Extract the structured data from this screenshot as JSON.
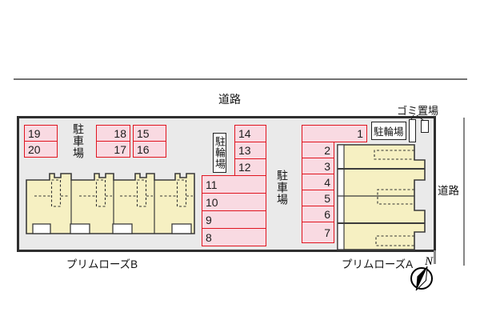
{
  "site": {
    "road_top_label": "道路",
    "road_right_label": "道路",
    "garbage_label": "ゴミ置場",
    "bicycle_label_mid": "駐輪場",
    "bicycle_label_right": "駐輪場",
    "parking_label_left": "駐車場",
    "parking_label_mid": "駐車場",
    "building_a_label": "プリムローズA",
    "building_b_label": "プリムローズB",
    "compass_label": "N"
  },
  "spaces": {
    "1": "1",
    "2": "2",
    "3": "3",
    "4": "4",
    "5": "5",
    "6": "6",
    "7": "7",
    "8": "8",
    "9": "9",
    "10": "10",
    "11": "11",
    "12": "12",
    "13": "13",
    "14": "14",
    "15": "15",
    "16": "16",
    "17": "17",
    "18": "18",
    "19": "19",
    "20": "20"
  },
  "colors": {
    "space_fill": "#f9dae2",
    "space_border": "#e01520",
    "building_fill": "#f6f0c2",
    "building_border": "#3b3b3b",
    "site_fill": "#eaeaea",
    "site_border": "#2f2f2f"
  }
}
